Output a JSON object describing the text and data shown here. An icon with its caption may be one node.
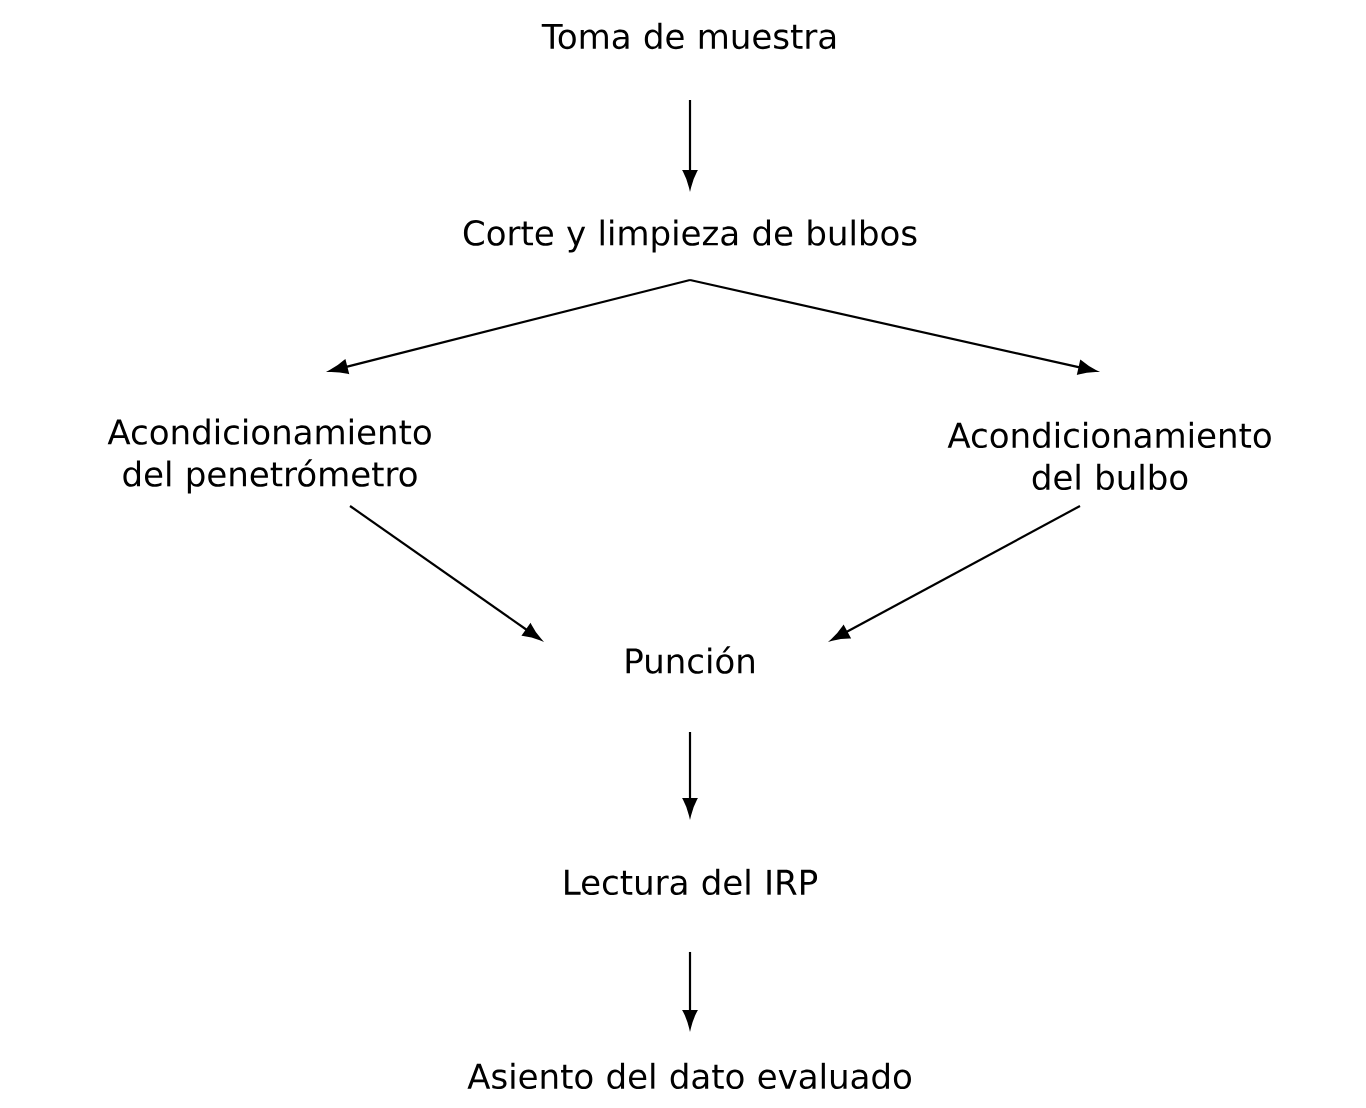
{
  "diagram": {
    "nodes": [
      {
        "text": [
          "Toma de muestra"
        ]
      },
      {
        "text": [
          "Corte y limpieza de bulbos"
        ]
      },
      {
        "text": [
          "Acondicionamiento del penetrómetro"
        ]
      },
      {
        "text": [
          "Acondicionamiento del bulbo"
        ]
      },
      {
        "text": [
          "Punción"
        ]
      },
      {
        "text": [
          "Lectura del IRP"
        ]
      },
      {
        "text": [
          "Asiento del dato evaluado"
        ]
      }
    ],
    "edges": [
      {
        "from": 0,
        "to": 1,
        "arrow": "to"
      },
      {
        "from": 1,
        "to": 2,
        "arrow": "to"
      },
      {
        "from": 1,
        "to": 3,
        "arrow": "to"
      },
      {
        "from": 2,
        "to": 4,
        "arrow": "to"
      },
      {
        "from": 3,
        "to": 4,
        "arrow": "to"
      },
      {
        "from": 4,
        "to": 5,
        "arrow": "to"
      },
      {
        "from": 5,
        "to": 6,
        "arrow": "to"
      }
    ]
  }
}
